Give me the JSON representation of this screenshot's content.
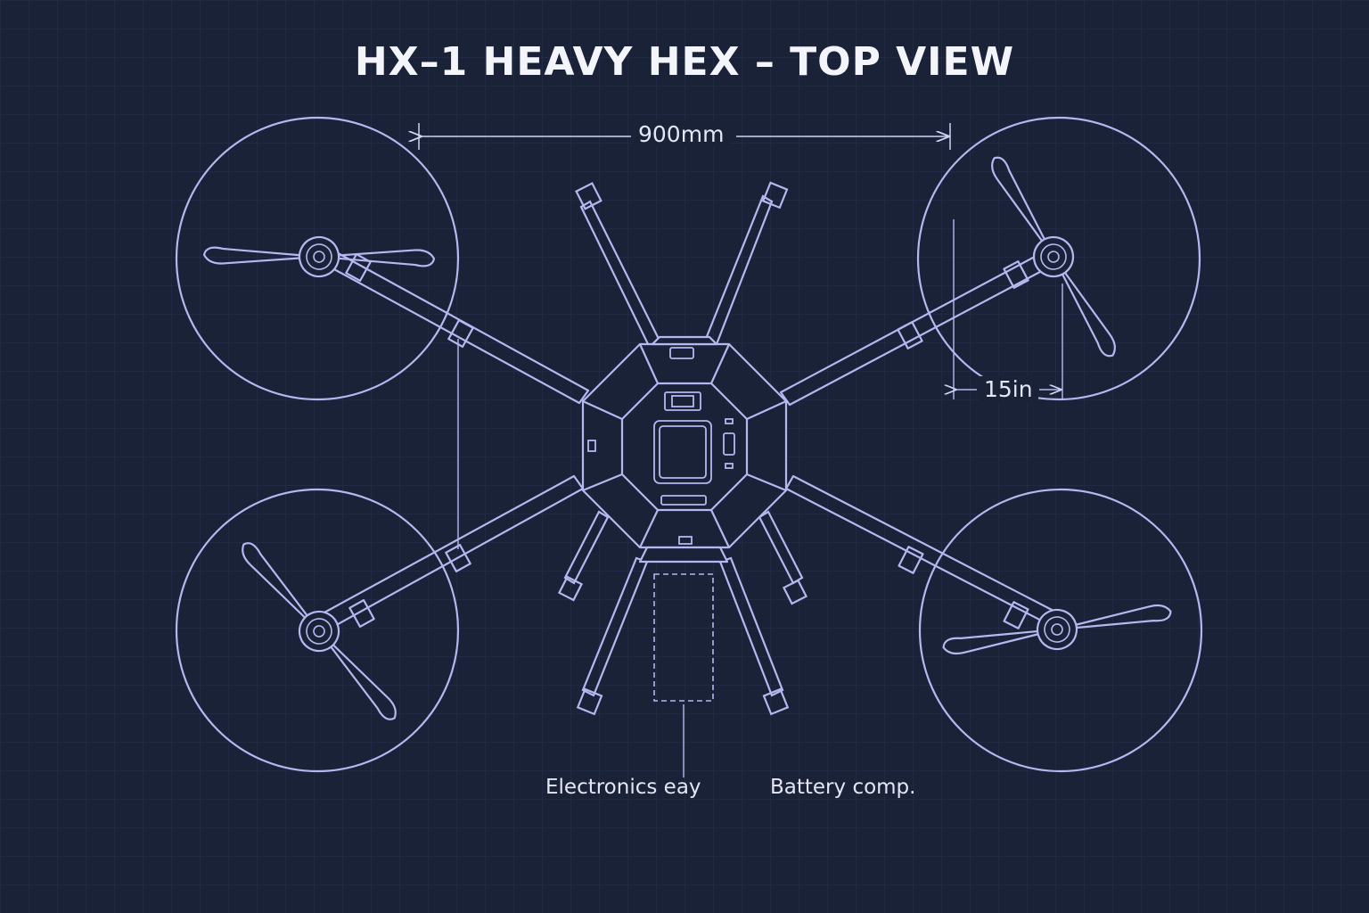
{
  "title": "HX–1 HEAVY HEX – TOP VIEW",
  "dimensions": {
    "span_label": "900mm",
    "prop_label": "15in"
  },
  "callouts": {
    "electronics": "Electronics eay",
    "battery": "Battery comp."
  },
  "colors": {
    "background": "#1a2238",
    "grid": "#2a3350",
    "line": "#b4b8f0",
    "text": "#f4f5fb"
  }
}
